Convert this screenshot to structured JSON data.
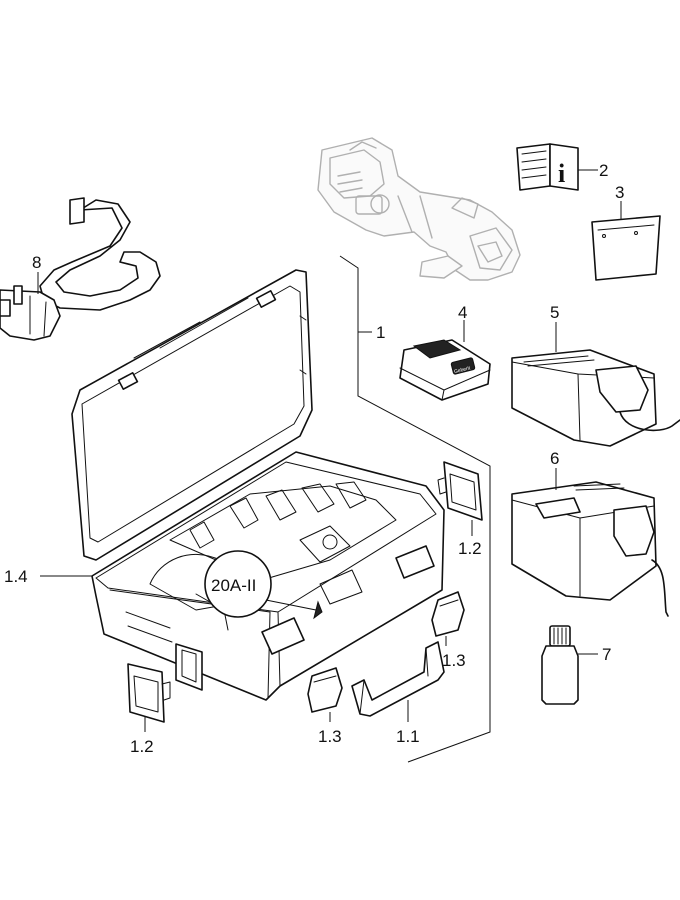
{
  "labels": {
    "l1": "1",
    "l1_1": "1.1",
    "l1_2a": "1.2",
    "l1_2b": "1.2",
    "l1_3a": "1.3",
    "l1_3b": "1.3",
    "l1_4": "1.4",
    "l2": "2",
    "l3": "3",
    "l4": "4",
    "l5": "5",
    "l6": "6",
    "l7": "7",
    "l8": "8"
  },
  "callout": "20A-II",
  "manual_symbol": "i",
  "battery_brand": "Geberit"
}
